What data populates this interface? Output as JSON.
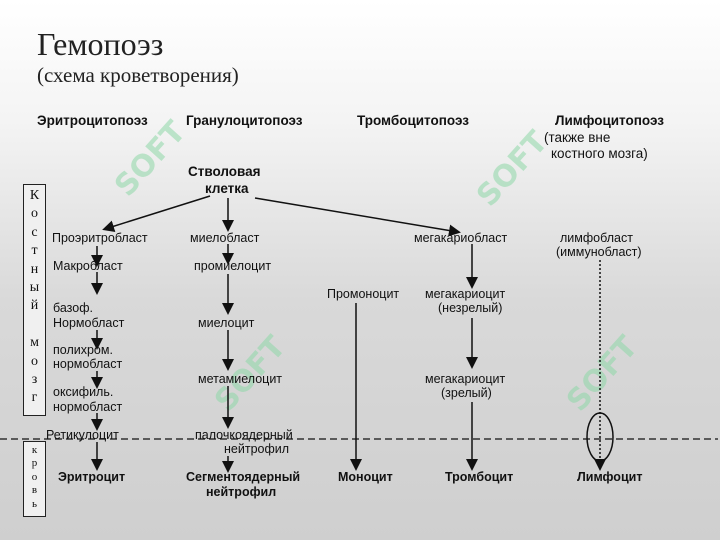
{
  "title": "Гемопоэз",
  "subtitle": "(схема кроветворения)",
  "columns": {
    "erythro": "Эритроцитопоэз",
    "granulo": "Гранулоцитопоэз",
    "thrombo": "Тромбоцитопоэз",
    "lympho": "Лимфоцитопоэз",
    "lympho_note_1": "(также вне",
    "lympho_note_2": "костного мозга)"
  },
  "stem_cell": {
    "line1": "Стволовая",
    "line2": "клетка"
  },
  "bone_marrow_letters": [
    "К",
    "о",
    "с",
    "т",
    "н",
    "ы",
    "й",
    "",
    "м",
    "о",
    "з",
    "г"
  ],
  "blood_letters": [
    "к",
    "р",
    "о",
    "в",
    "ь"
  ],
  "erythro_cells": {
    "c1": "Проэритробласт",
    "c2": "Макробласт",
    "c3a": "базоф.",
    "c3b": "Нормобласт",
    "c4a": "полихром.",
    "c4b": "нормобласт",
    "c5a": "оксифиль.",
    "c5b": "нормобласт",
    "c6": "Ретикулоцит",
    "final": "Эритроцит"
  },
  "granulo_cells": {
    "c1": "миелобласт",
    "c2": "промиелоцит",
    "c3": "миелоцит",
    "c4": "метамиелоцит",
    "c5a": "палочкоядерный",
    "c5b": "нейтрофил",
    "final_a": "Сегментоядерный",
    "final_b": "нейтрофил"
  },
  "mono_cells": {
    "c1": "Промоноцит",
    "final": "Моноцит"
  },
  "thrombo_cells": {
    "c1": "мегакариобласт",
    "c2a": "мегакариоцит",
    "c2b": "(незрелый)",
    "c3a": "мегакариоцит",
    "c3b": "(зрелый)",
    "final": "Тромбоцит"
  },
  "lympho_cells": {
    "c1a": "лимфобласт",
    "c1b": "(иммунобласт)",
    "final": "Лимфоцит"
  },
  "watermark": "SOFT",
  "colors": {
    "watermark": "#8fd8a8",
    "lines": "#111111"
  }
}
